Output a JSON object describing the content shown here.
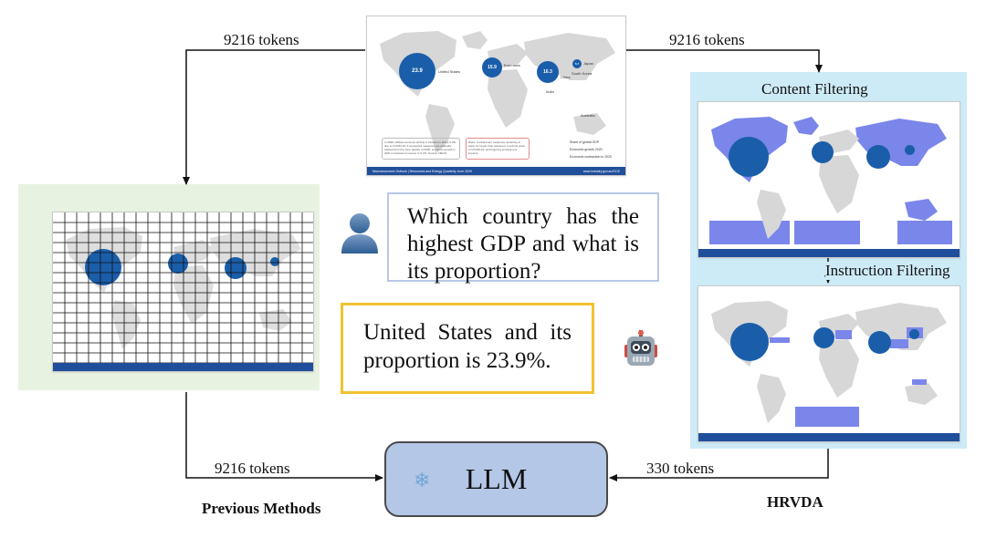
{
  "flow": {
    "top_left_tokens": "9216 tokens",
    "top_right_tokens": "9216 tokens",
    "bottom_left_tokens": "9216 tokens",
    "bottom_right_tokens": "330 tokens",
    "previous_methods": "Previous Methods",
    "hrvda": "HRVDA",
    "content_filtering": "Content Filtering",
    "instruction_filtering": "Instruction Filtering",
    "llm": "LLM",
    "question": "Which country has the highest GDP and what is its proportion?",
    "answer": "United States and its proportion is 23.9%."
  },
  "infographic": {
    "footer_left": "Macroeconomic Outlook | Resources and Energy Quarterly June 2020",
    "footer_right": "www.industry.gov.au/OCE",
    "legend": [
      "Share of global GDP",
      "Economic growth 2020",
      "Economic contraction in 2020"
    ],
    "bubbles": [
      {
        "value": "23.9",
        "label": "United States"
      },
      {
        "value": "15.9",
        "label": "Euro area"
      },
      {
        "value": "16.3",
        "label": "China"
      },
      {
        "value": "5.7",
        "label": "Japan"
      }
    ],
    "small_labels": [
      "India",
      "South Korea",
      "Australia"
    ],
    "note_left": "In 2020, Global economic activity is forecast to fall by 6.0% due to COVID-19. If successful measures are gradually relaxed from the June quarter of 2020, economic growth in 2021 is forecast to recover to 5.2%. Source: OECD",
    "note_right": "Risks: Containment measures remaining in place for longer than assumed, a second wave of COVID-19, and lingering employment impacts."
  },
  "colors": {
    "bubble": "#1a5eaa",
    "footer": "#1f4e9a",
    "hrvda_panel": "#cdeaf7",
    "grid_panel": "#e8f2e1",
    "question_border": "#b7c8e6",
    "answer_border": "#f2c230",
    "llm_fill": "#b4c7e7",
    "filter_highlight": "#7b86ea"
  },
  "icons": [
    "user-icon",
    "robot-icon",
    "snowflake-icon"
  ]
}
